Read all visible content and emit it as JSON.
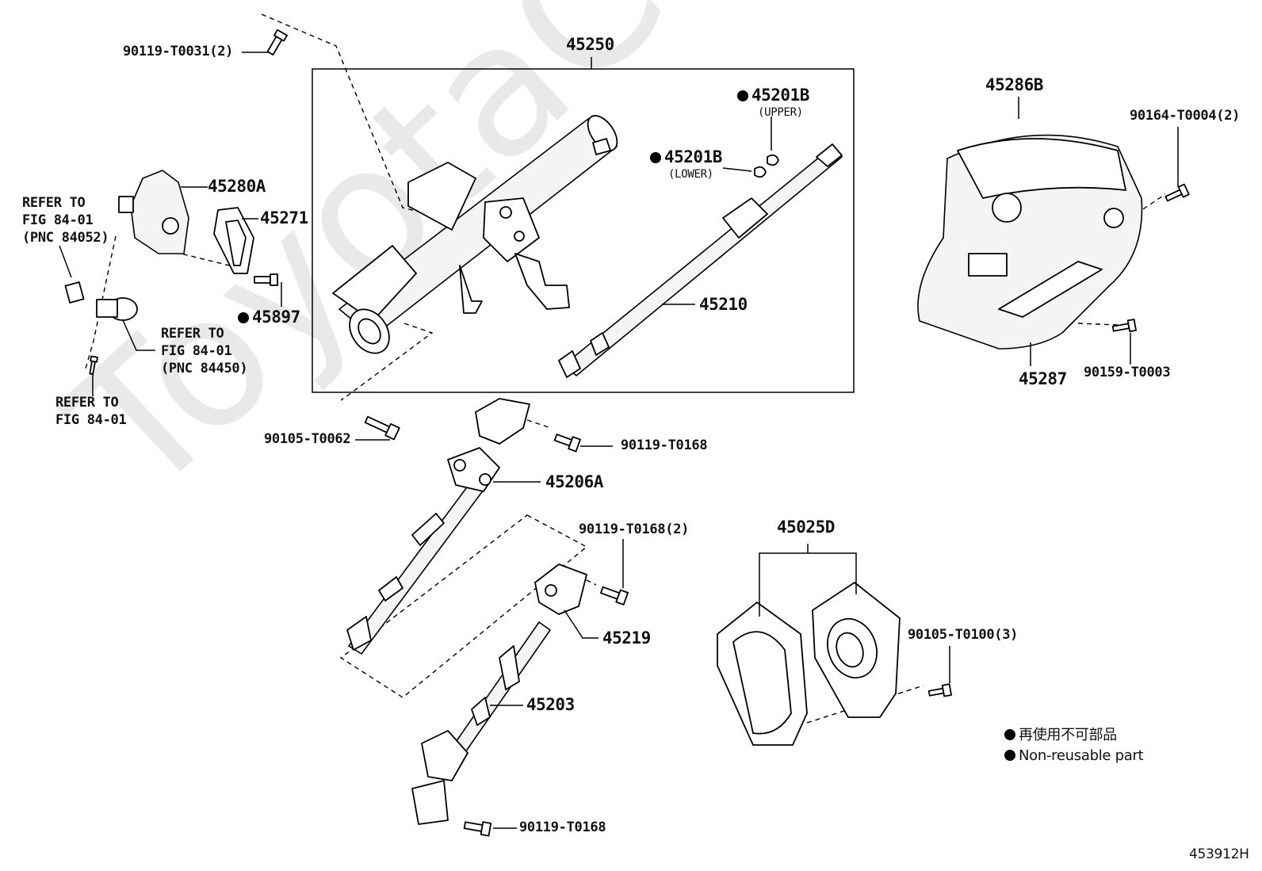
{
  "watermark": "ToyotaCarMining.ru",
  "labels": {
    "p45250": "45250",
    "p90119_t0031": "90119-T0031(2)",
    "p45201b_upper": "45201B",
    "upper": "(UPPER)",
    "p45201b_lower": "45201B",
    "lower": "(LOWER)",
    "p45286b": "45286B",
    "p90164_t0004": "90164-T0004(2)",
    "p45280a": "45280A",
    "p45271": "45271",
    "refer1_l1": "REFER TO",
    "refer1_l2": "FIG 84-01",
    "refer1_l3": "(PNC 84052)",
    "p45897": "45897",
    "refer2_l1": "REFER TO",
    "refer2_l2": "FIG 84-01",
    "refer2_l3": "(PNC 84450)",
    "refer3_l1": "REFER TO",
    "refer3_l2": "FIG 84-01",
    "p45210": "45210",
    "p90159_t0003": "90159-T0003",
    "p45287": "45287",
    "p90105_t0062": "90105-T0062",
    "p90119_t0168_a": "90119-T0168",
    "p45206a": "45206A",
    "p90119_t0168_2": "90119-T0168(2)",
    "p45025d": "45025D",
    "p45219": "45219",
    "p90105_t0100": "90105-T0100(3)",
    "p45203": "45203",
    "p90119_t0168_b": "90119-T0168",
    "legend_jp": "再使用不可部品",
    "legend_en": "Non-reusable part",
    "diagram_id": "453912H"
  }
}
